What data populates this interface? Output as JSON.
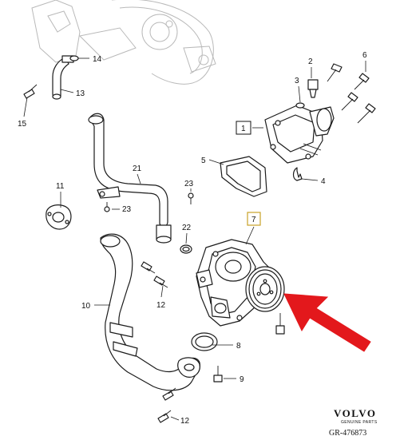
{
  "callouts": {
    "c1": "1",
    "c2": "2",
    "c3": "3",
    "c4": "4",
    "c5": "5",
    "c6": "6",
    "c7": "7",
    "c8": "8",
    "c9": "9",
    "c10": "10",
    "c11": "11",
    "c12a": "12",
    "c12b": "12",
    "c13": "13",
    "c14": "14",
    "c15": "15",
    "c21": "21",
    "c22": "22",
    "c23a": "23",
    "c23b": "23"
  },
  "brand": {
    "name": "VOLVO",
    "tagline": "GENUINE PARTS"
  },
  "reference": "GR-476873",
  "colors": {
    "arrow": "#e3181c",
    "highlight_box": "#c9a227",
    "line": "#1c1c1c",
    "ghost": "#b9b9b9"
  }
}
